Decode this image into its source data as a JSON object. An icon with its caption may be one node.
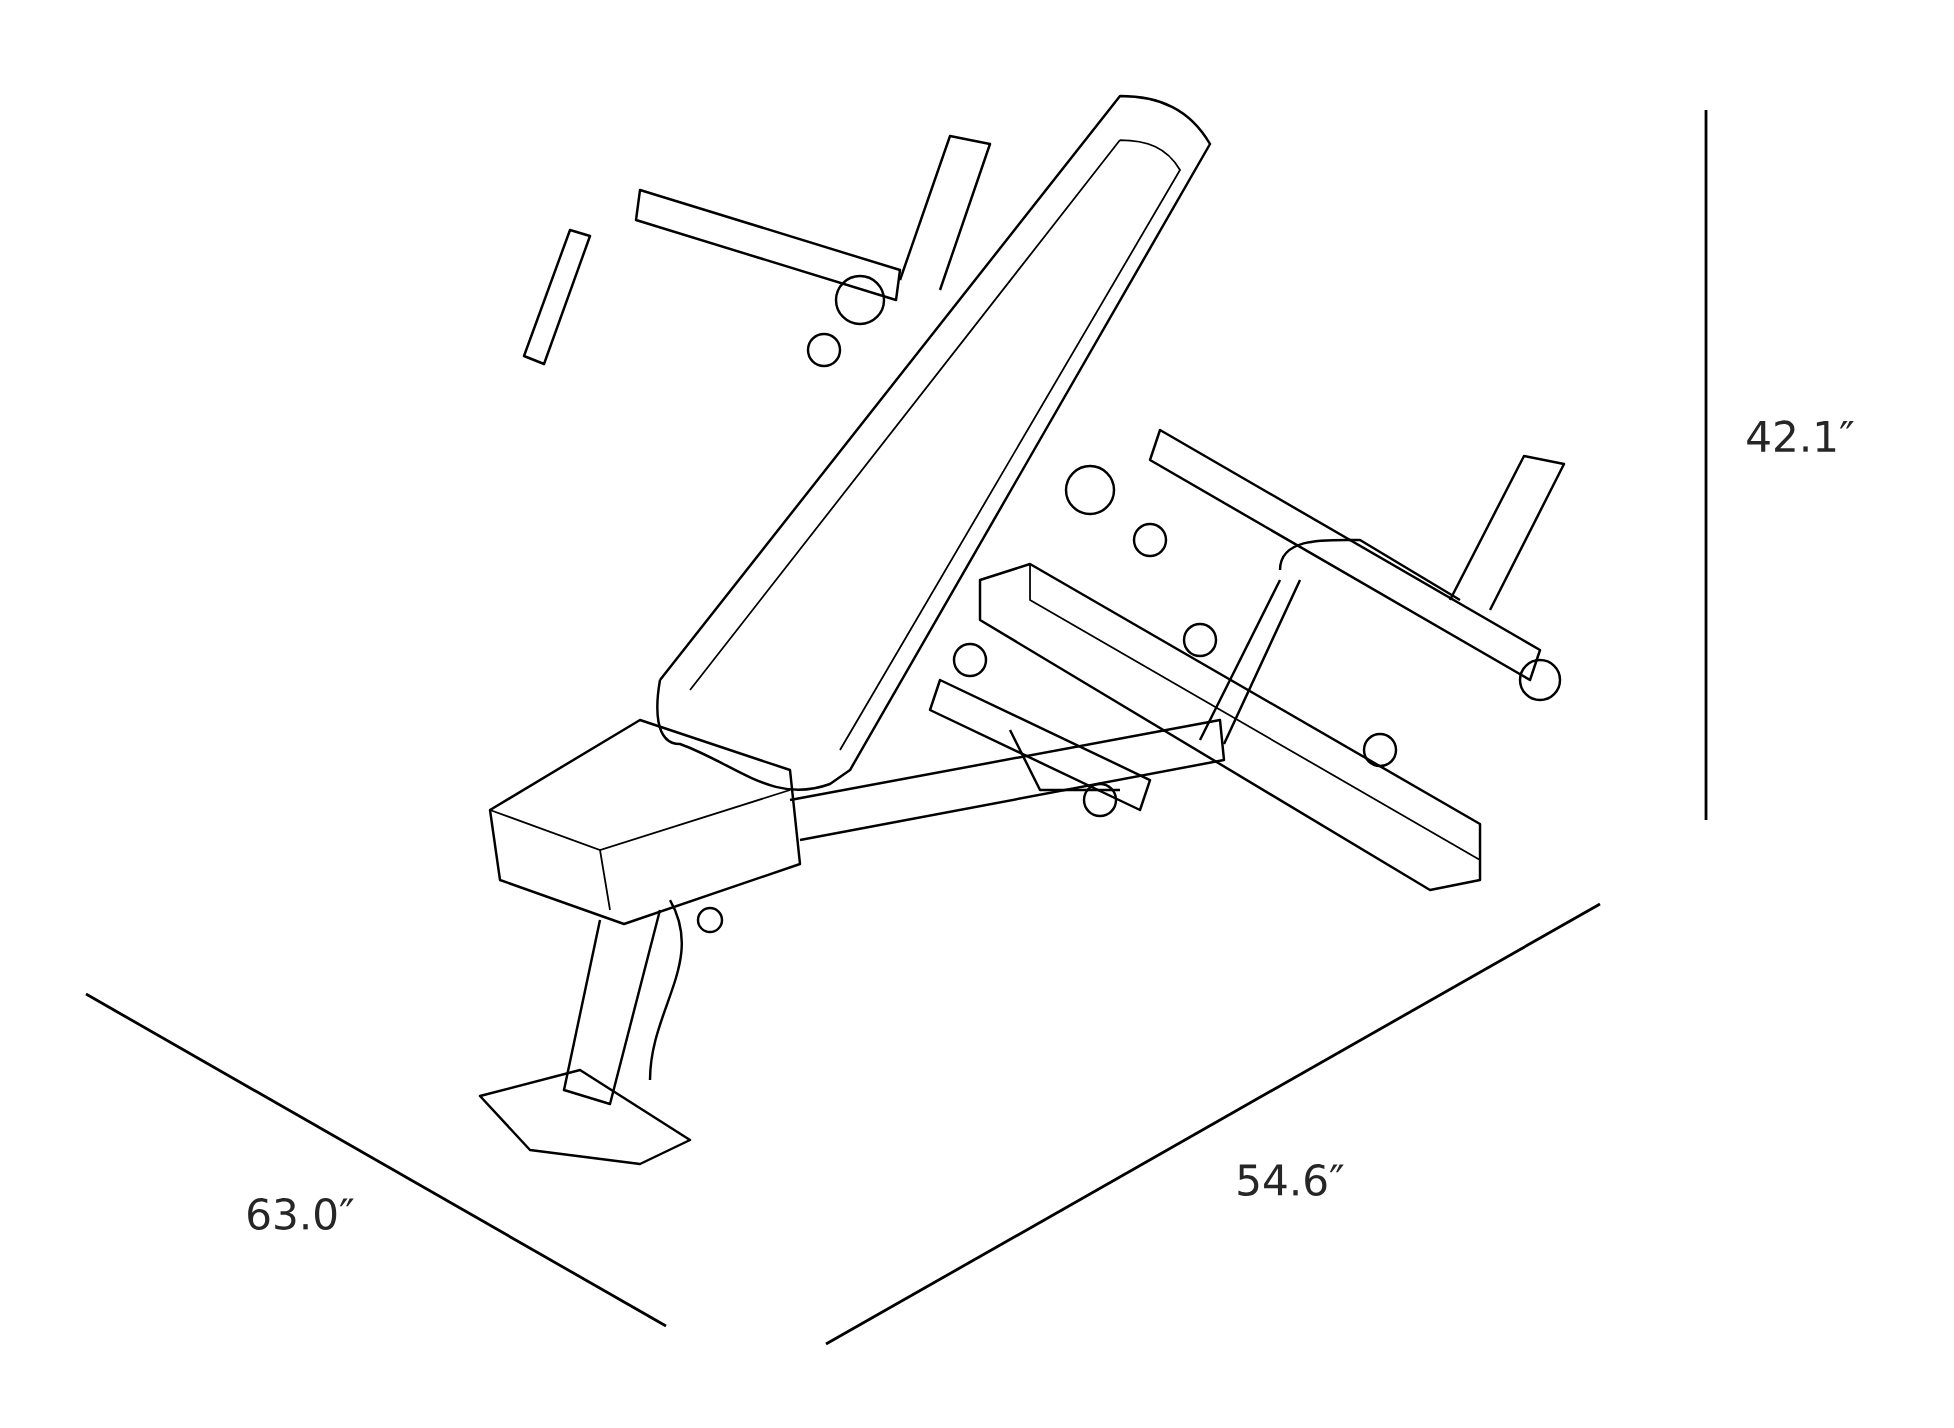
{
  "diagram": {
    "labels": [
      "42.1″",
      "54.6″",
      "63.0″"
    ]
  }
}
